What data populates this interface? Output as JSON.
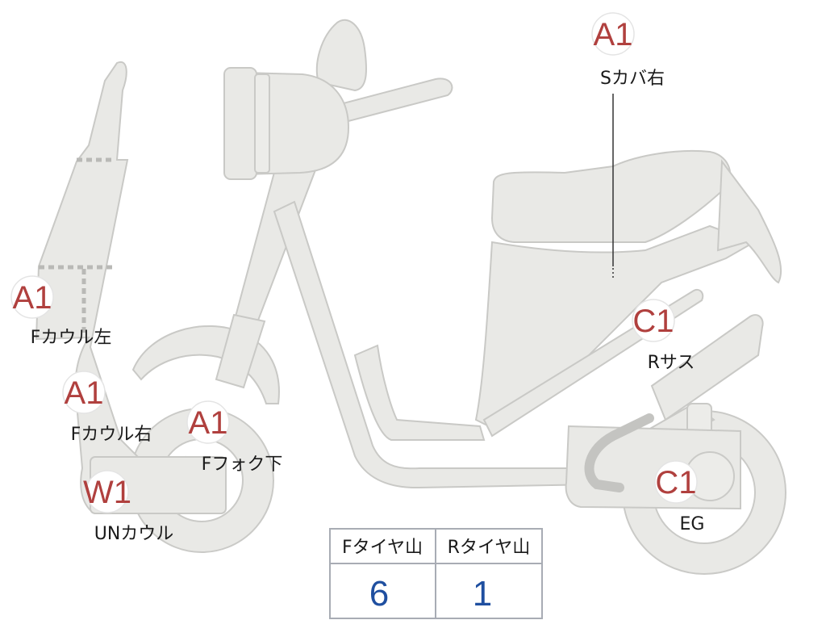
{
  "damage_marks": [
    {
      "id": "s-cover-right",
      "code": "A1",
      "label": "Sカバ右"
    },
    {
      "id": "f-cowl-left",
      "code": "A1",
      "label": "Fカウル左"
    },
    {
      "id": "f-cowl-right",
      "code": "A1",
      "label": "Fカウル右"
    },
    {
      "id": "f-fork-lower",
      "code": "A1",
      "label": "Fフォク下"
    },
    {
      "id": "un-cowl",
      "code": "W1",
      "label": "UNカウル"
    },
    {
      "id": "r-suspension",
      "code": "C1",
      "label": "Rサス"
    },
    {
      "id": "engine",
      "code": "C1",
      "label": "EG"
    }
  ],
  "tire_table": {
    "headers": [
      "Fタイヤ山",
      "Rタイヤ山"
    ],
    "values": [
      "6",
      "1"
    ]
  },
  "colors": {
    "badge_code": "#b0403e",
    "table_value": "#1f4fa0",
    "part_fill": "#e9e9e6"
  }
}
